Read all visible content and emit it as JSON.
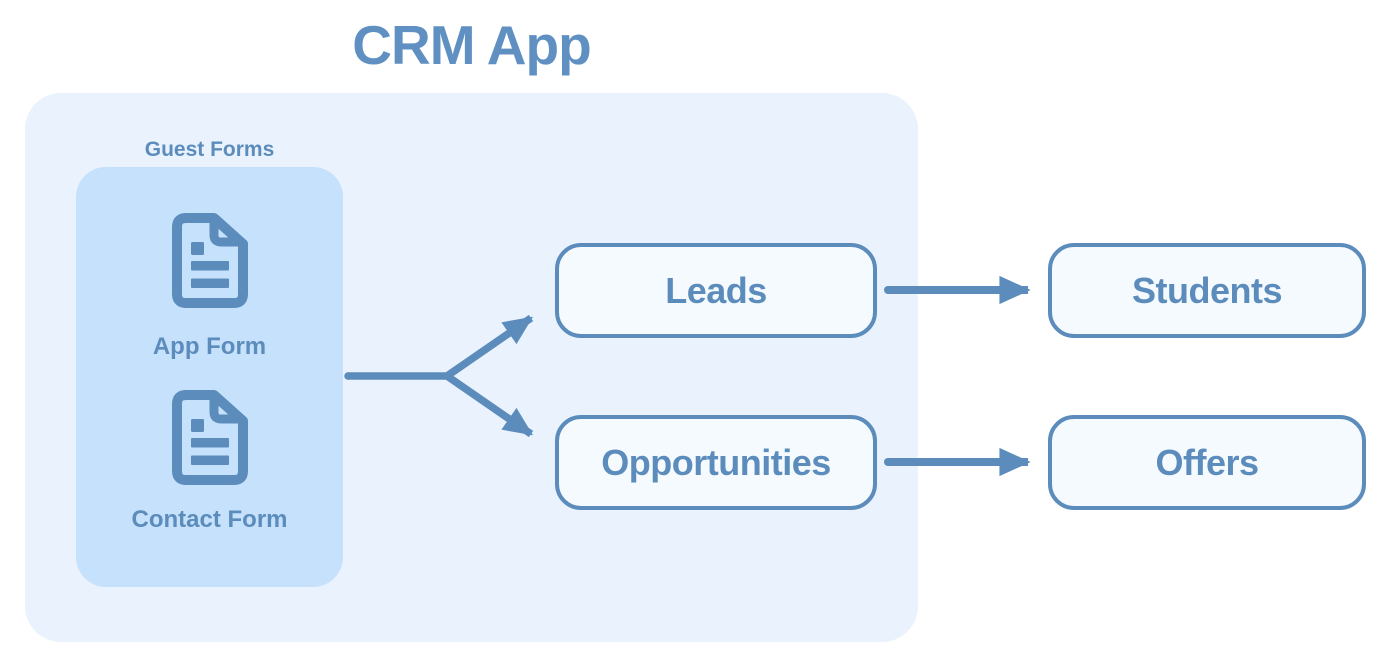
{
  "title": "CRM App",
  "colors": {
    "accent": "#5c8cbc",
    "title-color": "#6090c2",
    "container-bg": "#e9f2fd",
    "forms-bg": "#c6e1fb",
    "node-bg": "#f5fafe",
    "page-bg": "#ffffff"
  },
  "guest_forms": {
    "label": "Guest Forms",
    "items": [
      {
        "label": "App Form",
        "icon": "document-icon"
      },
      {
        "label": "Contact Form",
        "icon": "document-icon"
      }
    ]
  },
  "nodes": {
    "leads": {
      "label": "Leads"
    },
    "opportunities": {
      "label": "Opportunities"
    },
    "students": {
      "label": "Students"
    },
    "offers": {
      "label": "Offers"
    }
  },
  "edges": [
    {
      "from": "guest-forms",
      "to": "leads"
    },
    {
      "from": "guest-forms",
      "to": "opportunities"
    },
    {
      "from": "leads",
      "to": "students"
    },
    {
      "from": "opportunities",
      "to": "offers"
    }
  ]
}
